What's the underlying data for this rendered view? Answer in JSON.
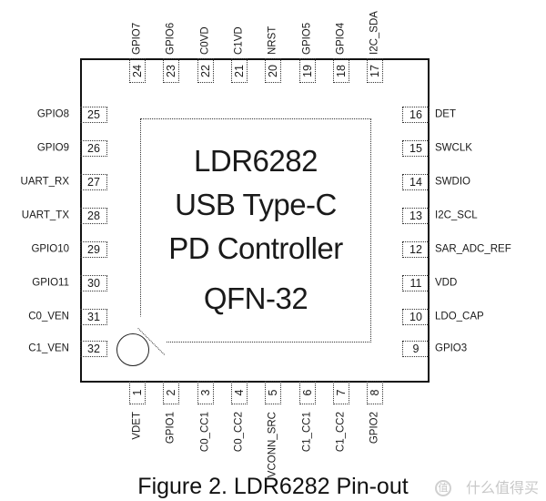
{
  "chip": {
    "title_lines": [
      "LDR6282",
      "USB Type-C",
      "PD Controller",
      "QFN-32"
    ]
  },
  "pins": {
    "bottom": [
      {
        "num": "1",
        "name": "VDET"
      },
      {
        "num": "2",
        "name": "GPIO1"
      },
      {
        "num": "3",
        "name": "C0_CC1"
      },
      {
        "num": "4",
        "name": "C0_CC2"
      },
      {
        "num": "5",
        "name": "VCONN_SRC"
      },
      {
        "num": "6",
        "name": "C1_CC1"
      },
      {
        "num": "7",
        "name": "C1_CC2"
      },
      {
        "num": "8",
        "name": "GPIO2"
      }
    ],
    "right": [
      {
        "num": "9",
        "name": "GPIO3"
      },
      {
        "num": "10",
        "name": "LDO_CAP"
      },
      {
        "num": "11",
        "name": "VDD"
      },
      {
        "num": "12",
        "name": "SAR_ADC_REF"
      },
      {
        "num": "13",
        "name": "I2C_SCL"
      },
      {
        "num": "14",
        "name": "SWDIO"
      },
      {
        "num": "15",
        "name": "SWCLK"
      },
      {
        "num": "16",
        "name": "DET"
      }
    ],
    "top": [
      {
        "num": "17",
        "name": "I2C_SDA"
      },
      {
        "num": "18",
        "name": "GPIO4"
      },
      {
        "num": "19",
        "name": "GPIO5"
      },
      {
        "num": "20",
        "name": "NRST"
      },
      {
        "num": "21",
        "name": "C1VD"
      },
      {
        "num": "22",
        "name": "C0VD"
      },
      {
        "num": "23",
        "name": "GPIO6"
      },
      {
        "num": "24",
        "name": "GPIO7"
      }
    ],
    "left": [
      {
        "num": "25",
        "name": "GPIO8"
      },
      {
        "num": "26",
        "name": "GPIO9"
      },
      {
        "num": "27",
        "name": "UART_RX"
      },
      {
        "num": "28",
        "name": "UART_TX"
      },
      {
        "num": "29",
        "name": "GPIO10"
      },
      {
        "num": "30",
        "name": "GPIO11"
      },
      {
        "num": "31",
        "name": "C0_VEN"
      },
      {
        "num": "32",
        "name": "C1_VEN"
      }
    ]
  },
  "caption": "Figure 2. LDR6282 Pin-out",
  "watermark": "什么值得买",
  "watermark_icon_glyph": "值"
}
